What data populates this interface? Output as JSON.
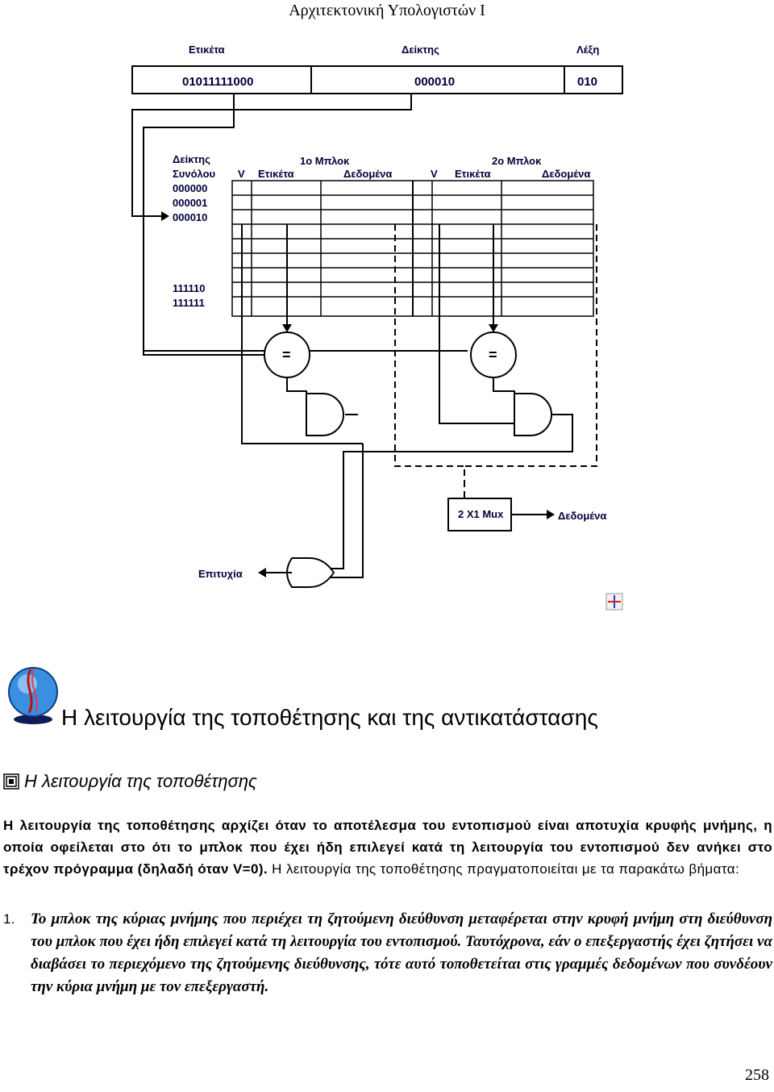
{
  "header": {
    "title": "Αρχιτεκτονική Υπολογιστών Ι"
  },
  "diagram": {
    "address_labels": {
      "tag": "Ετικέτα",
      "index": "Δείκτης",
      "word": "Λέξη"
    },
    "address_values": {
      "tag": "01011111000",
      "index": "000010",
      "word": "010"
    },
    "set_index_label_1": "Δείκτης",
    "set_index_label_2": "Συνόλου",
    "set_indices": [
      "000000",
      "000001",
      "000010",
      "111110",
      "111111"
    ],
    "block1_title": "1ο Μπλοκ",
    "block2_title": "2ο Μπλοκ",
    "col_v": "V",
    "col_tag": "Ετικέτα",
    "col_data": "Δεδομένα",
    "comparator_symbol": "=",
    "mux_label": "2 X1 Mux",
    "data_out_label": "Δεδομένα",
    "hit_label": "Επιτυχία"
  },
  "section": {
    "title": "Η λειτουργία της τοποθέτησης και της αντικατάστασης"
  },
  "subsection": {
    "title": "Η λειτουργία της τοποθέτησης"
  },
  "paragraph": {
    "bold_part": "Η λειτουργία της τοποθέτησης αρχίζει όταν το αποτέλεσμα του εντοπισμού είναι αποτυχία κρυφής μνήμης, η οποία οφείλεται στο ότι το μπλοκ που έχει ήδη επιλεγεί κατά τη λειτουργία του εντοπισμού δεν ανήκει στο τρέχον πρόγραμμα (δηλαδή όταν V=0).",
    "normal_part": " Η λειτουργία της τοποθέτησης πραγματοποιείται με τα παρακάτω βήματα:"
  },
  "list": [
    {
      "number": "1.",
      "text": "Το μπλοκ της κύριας μνήμης που περιέχει τη ζητούμενη διεύθυνση μεταφέρεται στην κρυφή μνήμη στη διεύθυνση του μπλοκ που έχει ήδη επιλεγεί κατά τη λειτουργία του εντοπισμού. Ταυτόχρονα, εάν ο επεξεργαστής έχει ζητήσει να διαβάσει το περιεχόμενο της ζητούμενης διεύθυνσης, τότε αυτό τοποθετείται στις γραμμές δεδομένων που συνδέουν την κύρια μνήμη με τον επεξεργαστή."
    }
  ],
  "footer": {
    "page_number": "258"
  }
}
